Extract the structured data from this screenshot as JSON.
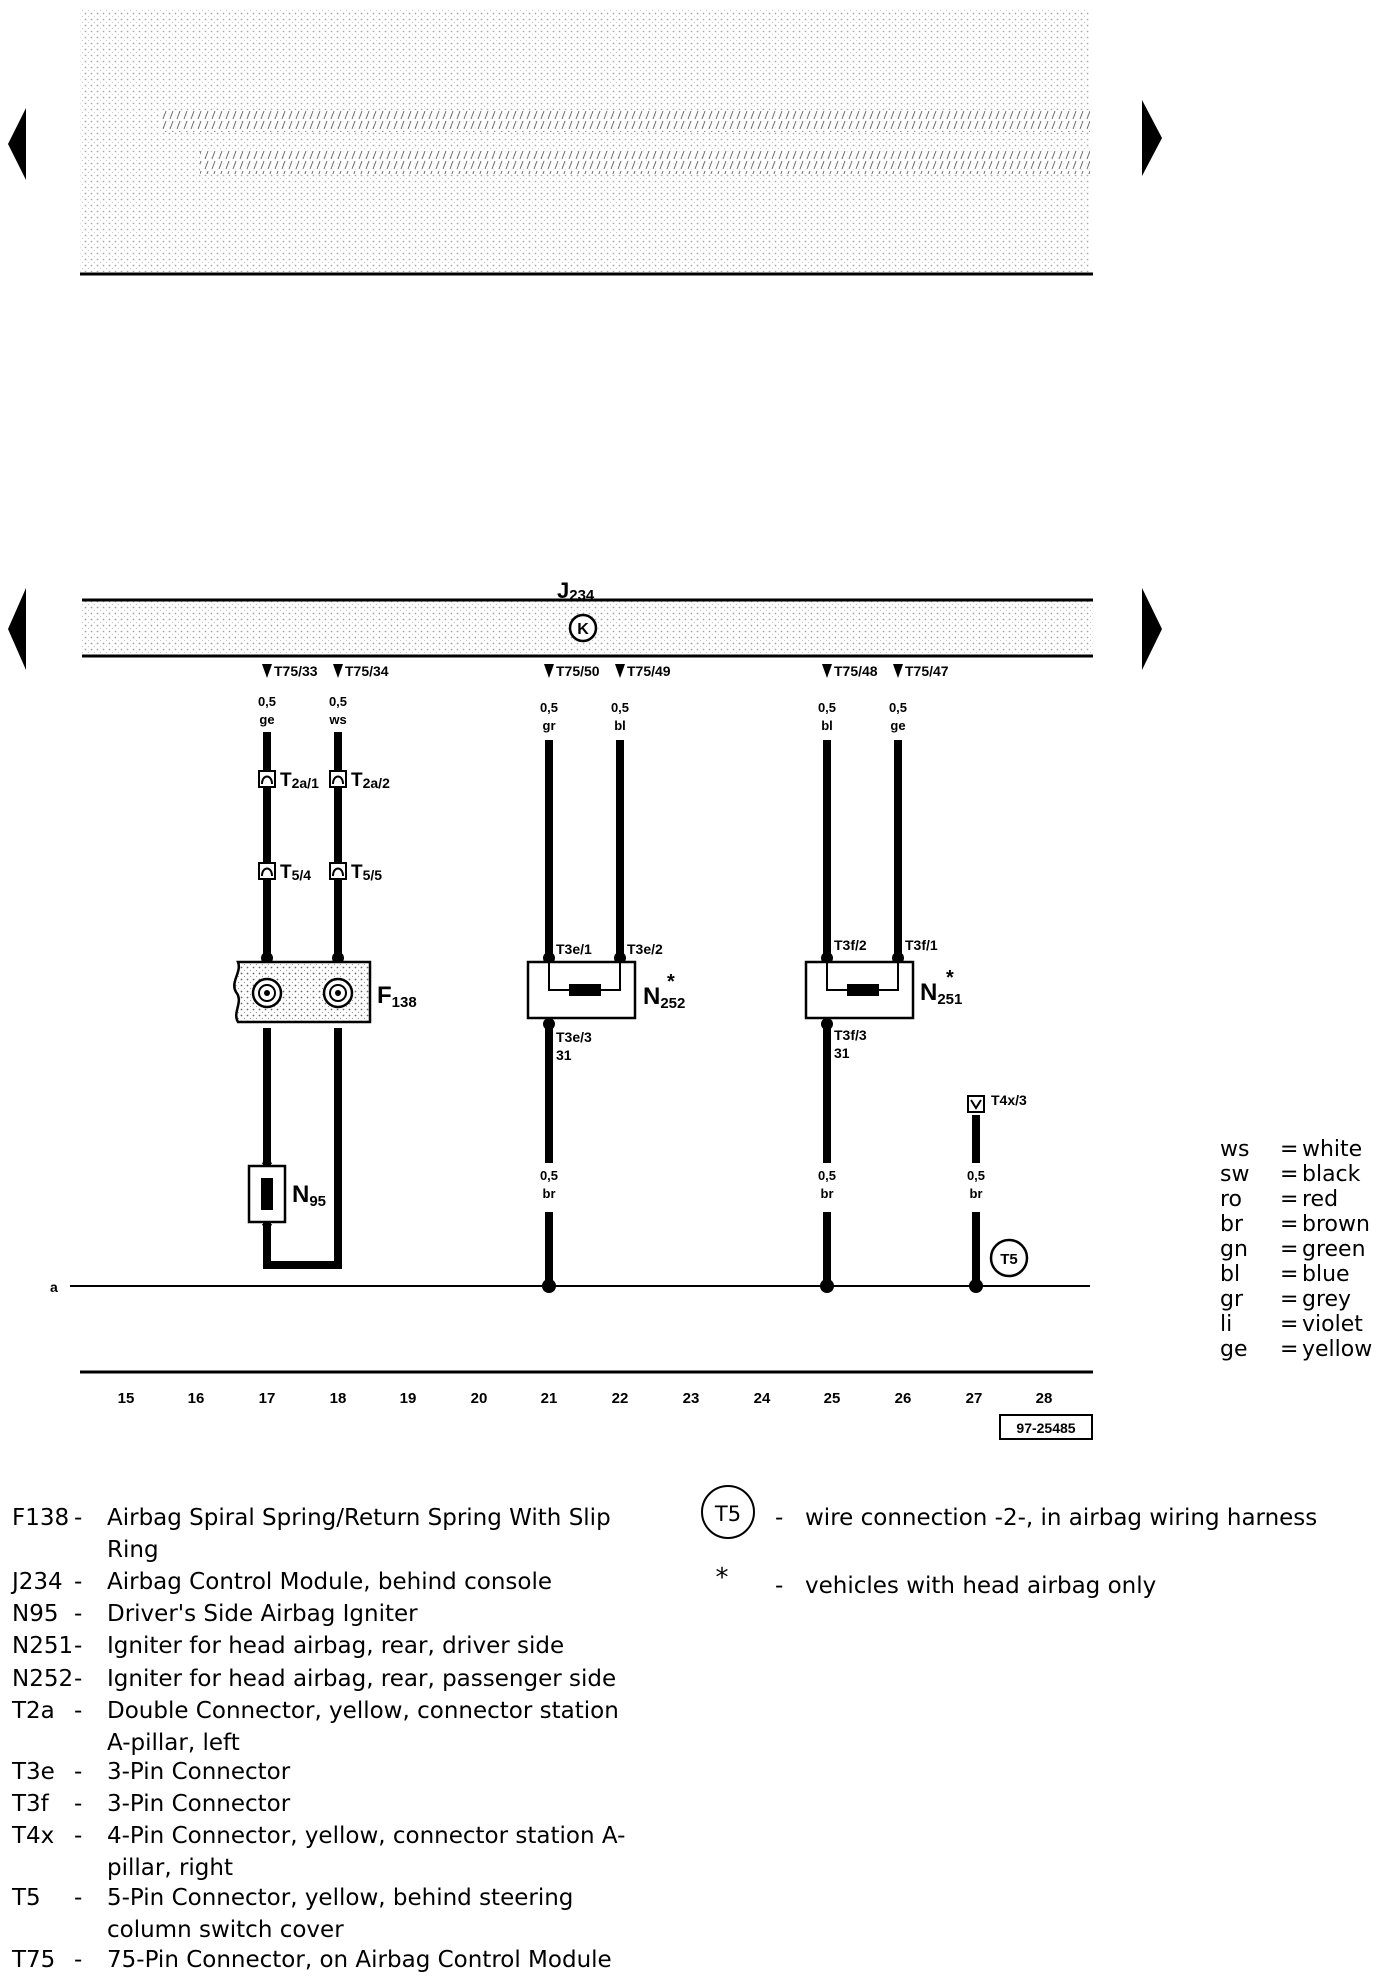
{
  "diagram": {
    "control_module": {
      "name": "J",
      "sub": "234",
      "symbol": "K"
    },
    "pins": [
      "T75/33",
      "T75/34",
      "T75/50",
      "T75/49",
      "T75/48",
      "T75/47"
    ],
    "wires": [
      {
        "size": "0,5",
        "color": "ge"
      },
      {
        "size": "0,5",
        "color": "ws"
      },
      {
        "size": "0,5",
        "color": "gr"
      },
      {
        "size": "0,5",
        "color": "bl"
      },
      {
        "size": "0,5",
        "color": "bl"
      },
      {
        "size": "0,5",
        "color": "ge"
      }
    ],
    "connectors": [
      {
        "name": "T",
        "sub": "2a/1"
      },
      {
        "name": "T",
        "sub": "2a/2"
      },
      {
        "name": "T",
        "sub": "5/4"
      },
      {
        "name": "T",
        "sub": "5/5"
      }
    ],
    "component_labels": {
      "f138": {
        "name": "F",
        "sub": "138"
      },
      "n252": {
        "name": "N",
        "sub": "252",
        "mark": "*"
      },
      "n251": {
        "name": "N",
        "sub": "251",
        "mark": "*"
      },
      "n95": {
        "name": "N",
        "sub": "95"
      }
    },
    "terminals": [
      "T3e/1",
      "T3e/2",
      "T3f/2",
      "T3f/1",
      "T3e/3",
      "31",
      "T3f/3",
      "31",
      "T4x/3"
    ],
    "ground_wires": [
      {
        "size": "0,5",
        "color": "br"
      },
      {
        "size": "0,5",
        "color": "br"
      },
      {
        "size": "0,5",
        "color": "br"
      }
    ],
    "ground_connection": "T5",
    "ground_line_label": "a",
    "track_numbers": [
      "15",
      "16",
      "17",
      "18",
      "19",
      "20",
      "21",
      "22",
      "23",
      "24",
      "25",
      "26",
      "27",
      "28"
    ],
    "reference": "97-25485"
  },
  "color_key": [
    {
      "code": "ws",
      "name": "white"
    },
    {
      "code": "sw",
      "name": "black"
    },
    {
      "code": "ro",
      "name": "red"
    },
    {
      "code": "br",
      "name": "brown"
    },
    {
      "code": "gn",
      "name": "green"
    },
    {
      "code": "bl",
      "name": "blue"
    },
    {
      "code": "gr",
      "name": "grey"
    },
    {
      "code": "li",
      "name": "violet"
    },
    {
      "code": "ge",
      "name": "yellow"
    }
  ],
  "legend_left": [
    {
      "code": "F138",
      "dash": "-",
      "desc": "Airbag Spiral Spring/Return Spring With Slip Ring"
    },
    {
      "code": "J234",
      "dash": "-",
      "desc": "Airbag Control Module, behind console"
    },
    {
      "code": "N95",
      "dash": "-",
      "desc": "Driver's Side Airbag Igniter"
    },
    {
      "code": "N251",
      "dash": "-",
      "desc": "Igniter for head airbag, rear, driver side"
    },
    {
      "code": "N252",
      "dash": "-",
      "desc": "Igniter for head airbag, rear, passenger side"
    },
    {
      "code": "T2a",
      "dash": "-",
      "desc": "Double Connector, yellow, connector station A-pillar, left"
    },
    {
      "code": "T3e",
      "dash": "-",
      "desc": "3-Pin Connector"
    },
    {
      "code": "T3f",
      "dash": "-",
      "desc": "3-Pin Connector"
    },
    {
      "code": "T4x",
      "dash": "-",
      "desc": "4-Pin Connector, yellow, connector station A-pillar, right"
    },
    {
      "code": "T5",
      "dash": "-",
      "desc": "5-Pin Connector, yellow, behind steering column switch cover"
    },
    {
      "code": "T75",
      "dash": "-",
      "desc": "75-Pin Connector, on Airbag Control Module"
    }
  ],
  "legend_right": [
    {
      "symbol": "T5",
      "dash": "-",
      "desc": "wire connection -2-, in airbag wiring harness"
    },
    {
      "symbol": "*",
      "dash": "-",
      "desc": "vehicles with head airbag only"
    }
  ]
}
